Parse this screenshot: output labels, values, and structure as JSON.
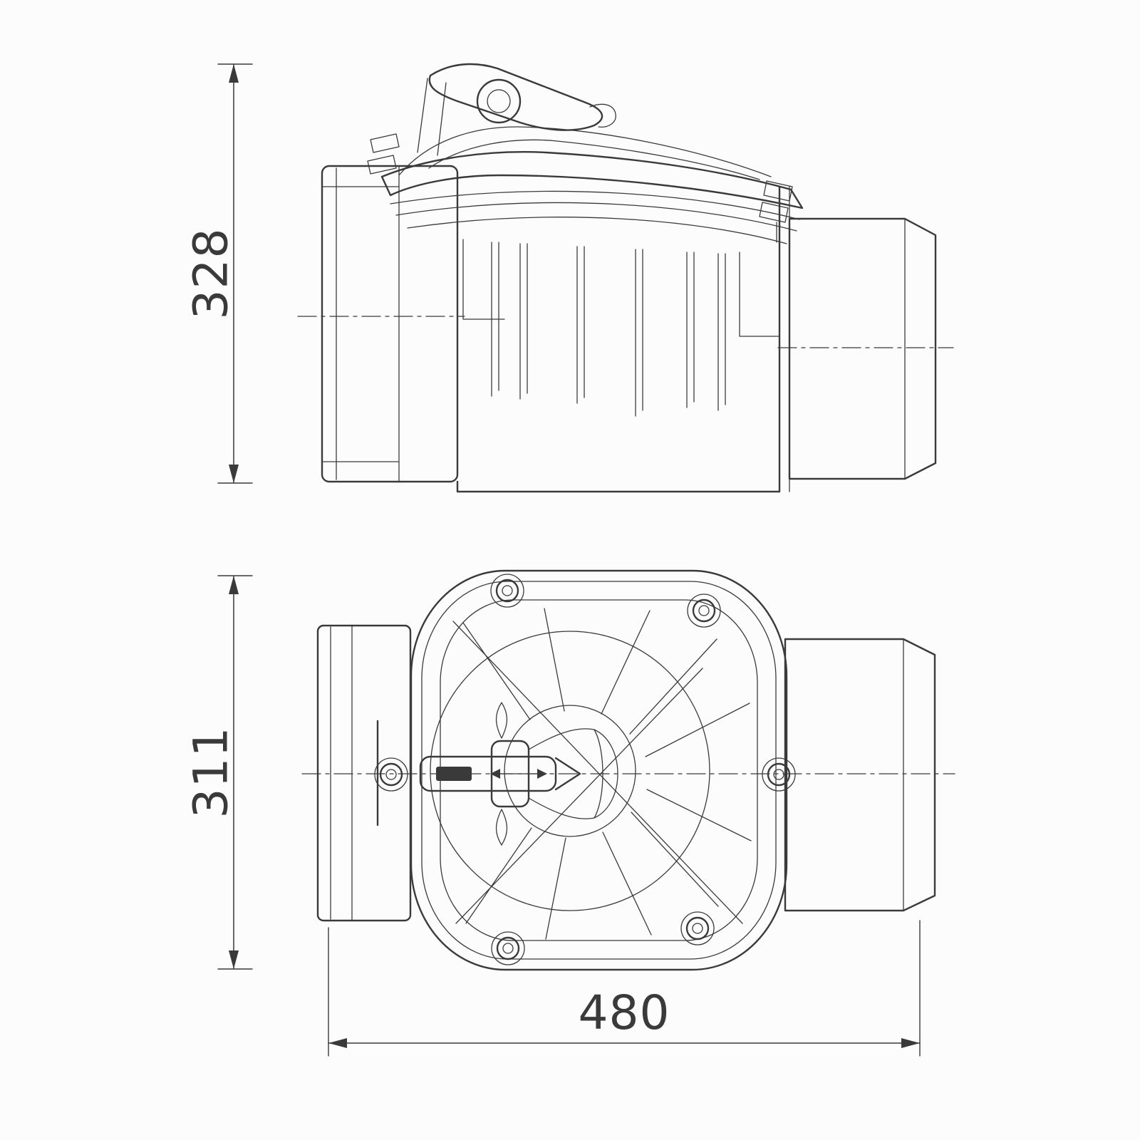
{
  "drawing": {
    "background": "#fcfcfc",
    "line_color": "#3a3a3a",
    "text_color": "#3a3a3a",
    "dimensions": {
      "side_view_height": "328",
      "plan_view_width": "311",
      "overall_length": "480"
    }
  }
}
